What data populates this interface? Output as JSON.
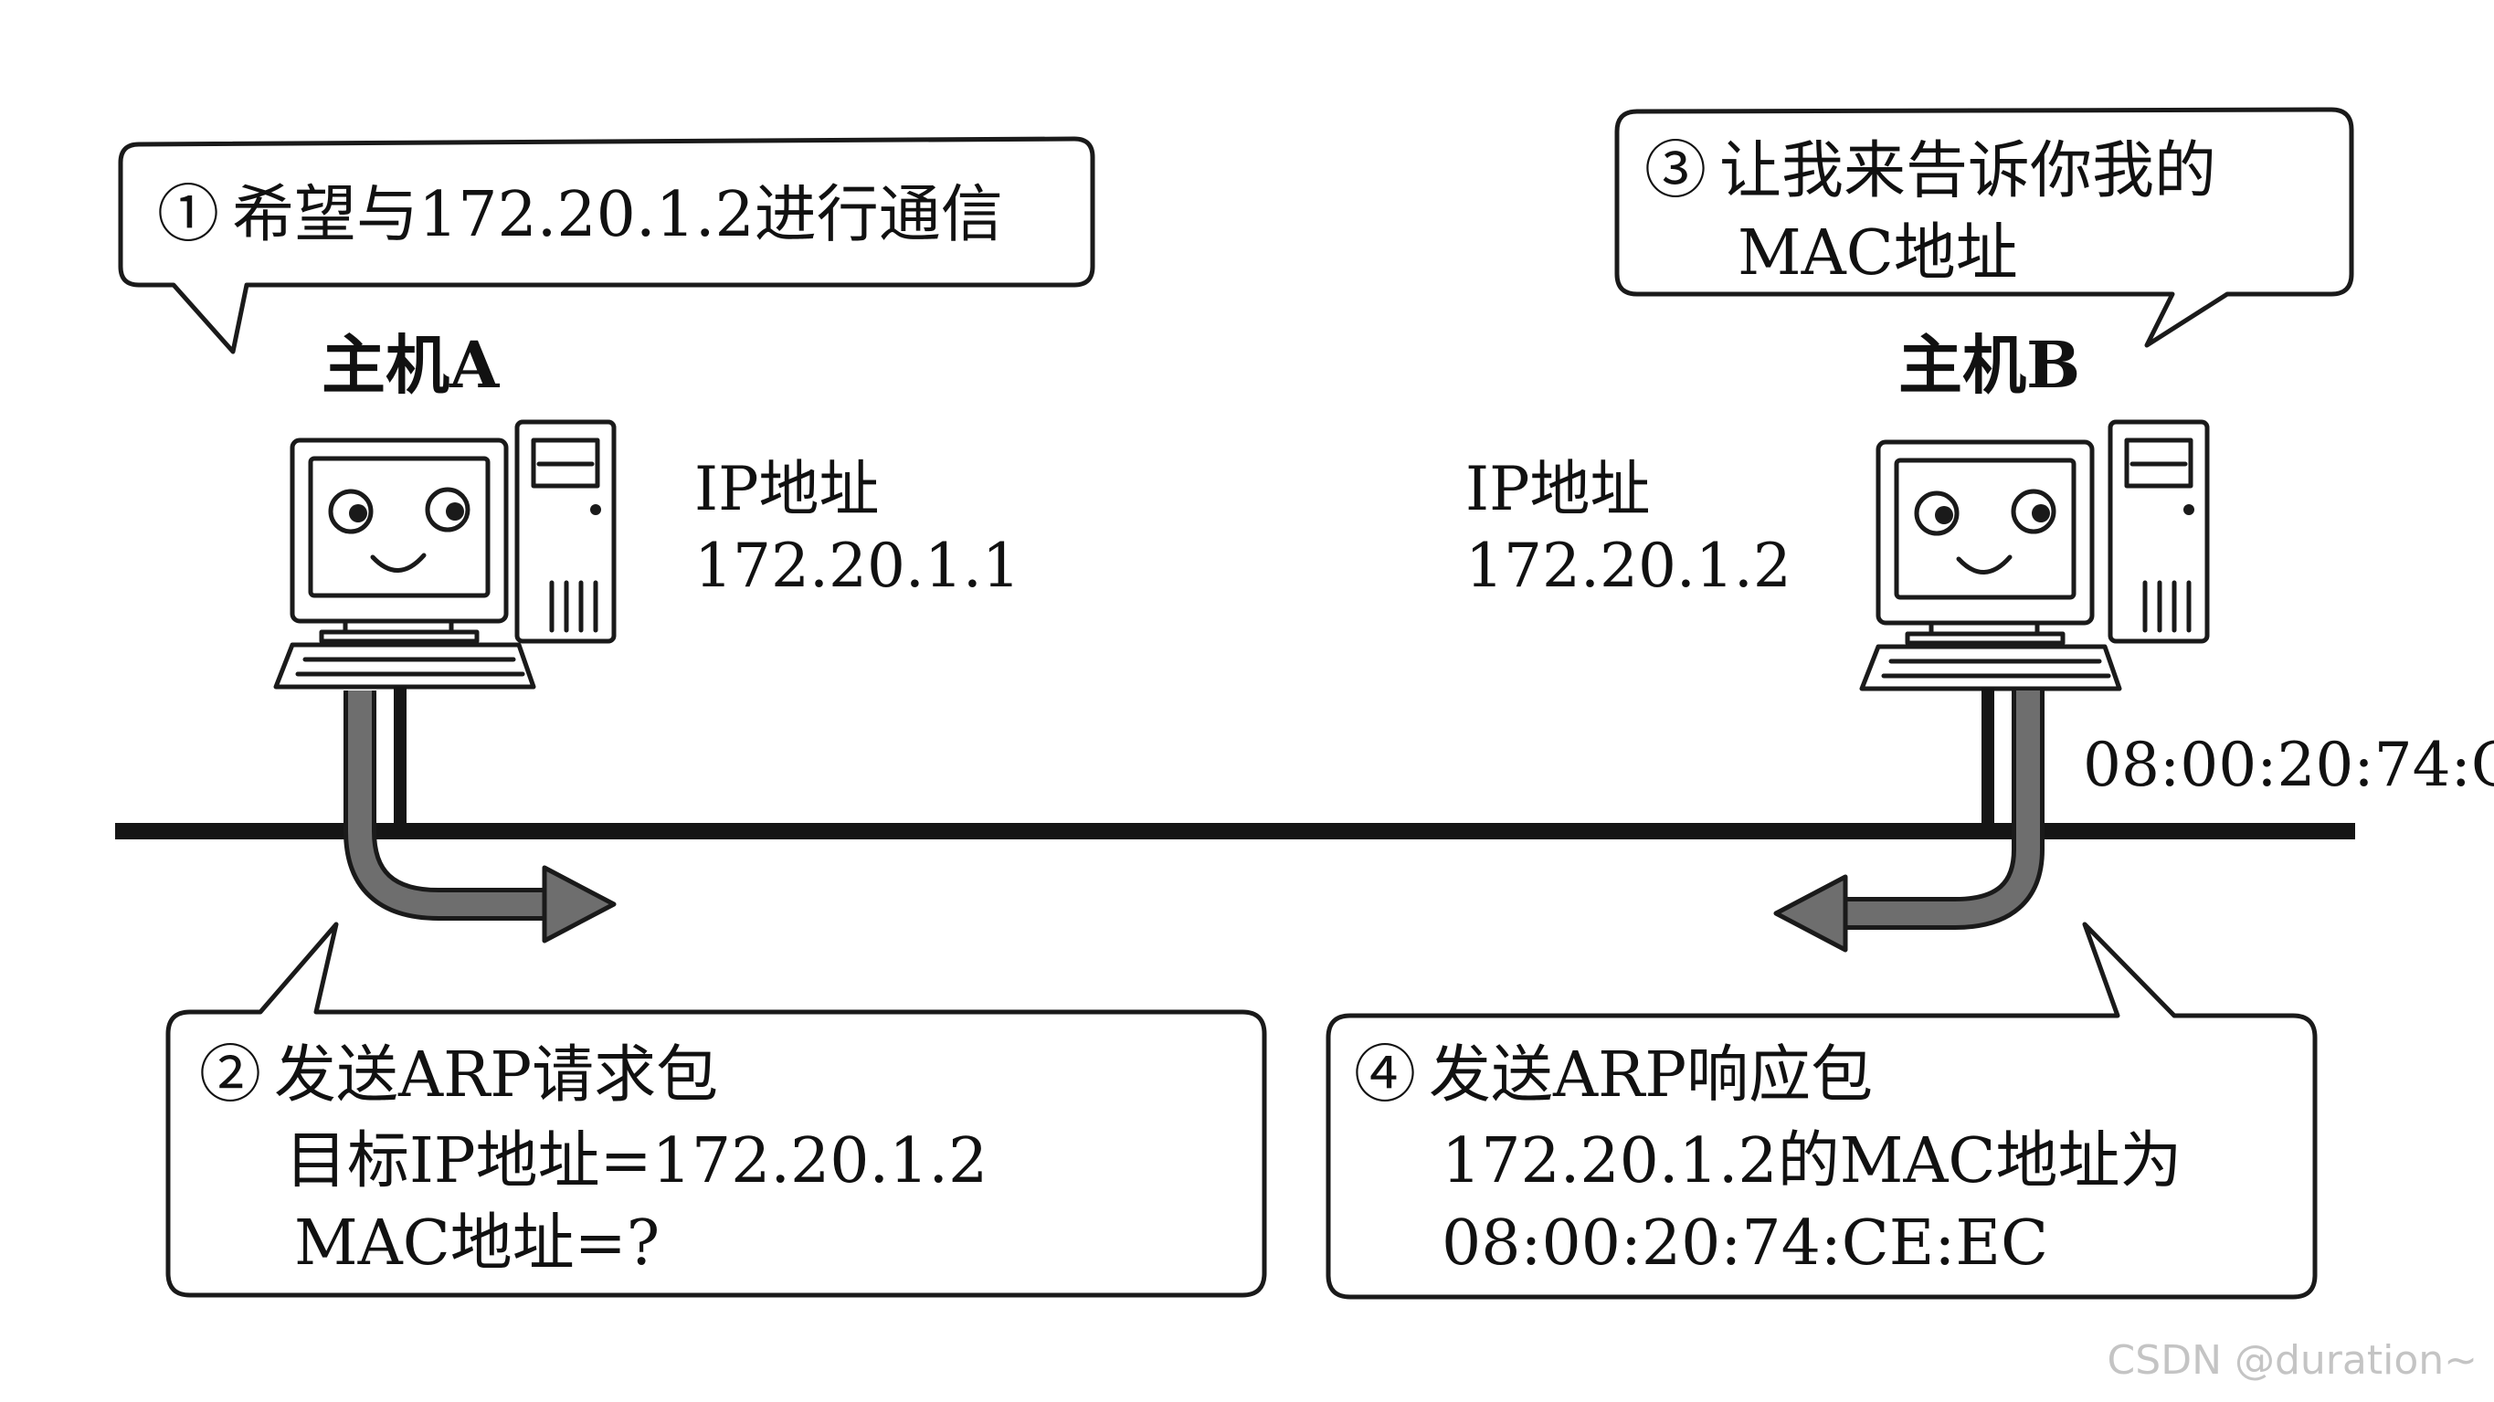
{
  "bubble1": {
    "num": "①",
    "text": "希望与172.20.1.2进行通信"
  },
  "bubble2": {
    "num": "②",
    "line1": "发送ARP请求包",
    "line2": "目标IP地址=172.20.1.2",
    "line3": "MAC地址=?"
  },
  "bubble3": {
    "num": "③",
    "line1": "让我来告诉你我的",
    "line2": "MAC地址"
  },
  "bubble4": {
    "num": "④",
    "line1": "发送ARP响应包",
    "line2": "172.20.1.2的MAC地址为",
    "line3": "08:00:20:74:CE:EC"
  },
  "hostA": {
    "label": "主机A",
    "ip_label": "IP地址",
    "ip": "172.20.1.1"
  },
  "hostB": {
    "label": "主机B",
    "ip_label": "IP地址",
    "ip": "172.20.1.2",
    "mac": "08:00:20:74:C"
  },
  "watermark": "CSDN @duration~"
}
